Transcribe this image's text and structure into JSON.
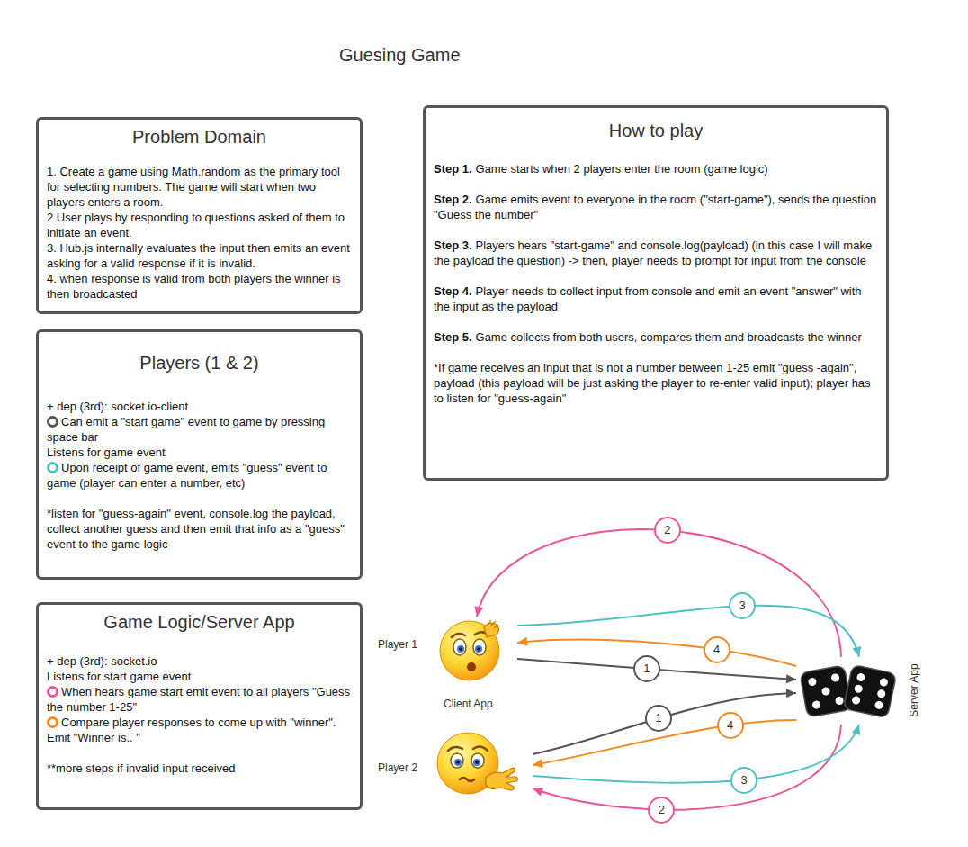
{
  "diagram": {
    "title": "Guesing Game",
    "nodes": [
      {
        "text": [
          "Problem Domain",
          "1. Create a game using Math.random as the primary tool for selecting numbers. The game will start when two players enters a room.",
          "2 User plays by responding to questions asked of them to initiate an event.",
          "3. Hub.js internally evaluates the input then emits an event asking for a valid response if it is invalid.",
          "4. when response is valid from both players the winner is then broadcasted"
        ]
      },
      {
        "text": [
          "Players (1 & 2)",
          "+ dep (3rd): socket.io-client",
          "Can emit a \"start game\" event to game by pressing space bar",
          "Listens for game event",
          "Upon receipt of game event, emits \"guess\" event to game (player can enter a number, etc)",
          "*listen for \"guess-again\" event, console.log the payload, collect another guess and then emit that info as a \"guess\" event to the game logic"
        ]
      },
      {
        "text": [
          "Game Logic/Server App",
          "+ dep (3rd): socket.io",
          "Listens for start game event",
          "When hears game start emit event to all players \"Guess the number 1-25\"",
          "Compare player responses to come up with \"winner\". Emit \"Winner is.. \"",
          "**more steps if invalid input received"
        ]
      },
      {
        "text": [
          "How to play",
          "Step 1.",
          "Game starts when 2 players enter the room (game logic)",
          "Step 2.",
          "Game emits event to everyone in the room (\"start-game\"), sends the question \"Guess the number\"",
          "Step 3.",
          "Players hears \"start-game\" and console.log(payload) (in this case I will make the payload the question) -> then, player needs to prompt for input from the console",
          "Step 4.",
          "Player needs to collect input from console and emit an event \"answer\" with the input as the payload",
          "Step 5.",
          "Game collects from both users, compares them and broadcasts the winner",
          "*If game receives an input that is not a number between 1-25 emit \"guess -again\", payload (this payload will be just asking the player to re-enter valid input); player has to listen for \"guess-again\""
        ]
      },
      {
        "text": [
          "Player 1"
        ]
      },
      {
        "text": [
          "Player 2"
        ]
      },
      {
        "text": [
          "Server App"
        ]
      }
    ],
    "edges": [
      {
        "from": 4,
        "to": 6,
        "label": "1",
        "arrow": "to"
      },
      {
        "from": 5,
        "to": 6,
        "label": "1",
        "arrow": "to"
      },
      {
        "from": 6,
        "to": 4,
        "label": "2",
        "arrow": "to"
      },
      {
        "from": 6,
        "to": 5,
        "label": "2",
        "arrow": "to"
      },
      {
        "from": 4,
        "to": 6,
        "label": "3",
        "arrow": "to"
      },
      {
        "from": 5,
        "to": 6,
        "label": "3",
        "arrow": "to"
      },
      {
        "from": 6,
        "to": 4,
        "label": "4",
        "arrow": "to"
      },
      {
        "from": 6,
        "to": 5,
        "label": "4",
        "arrow": "to"
      }
    ],
    "labels": [
      "Client App"
    ]
  }
}
